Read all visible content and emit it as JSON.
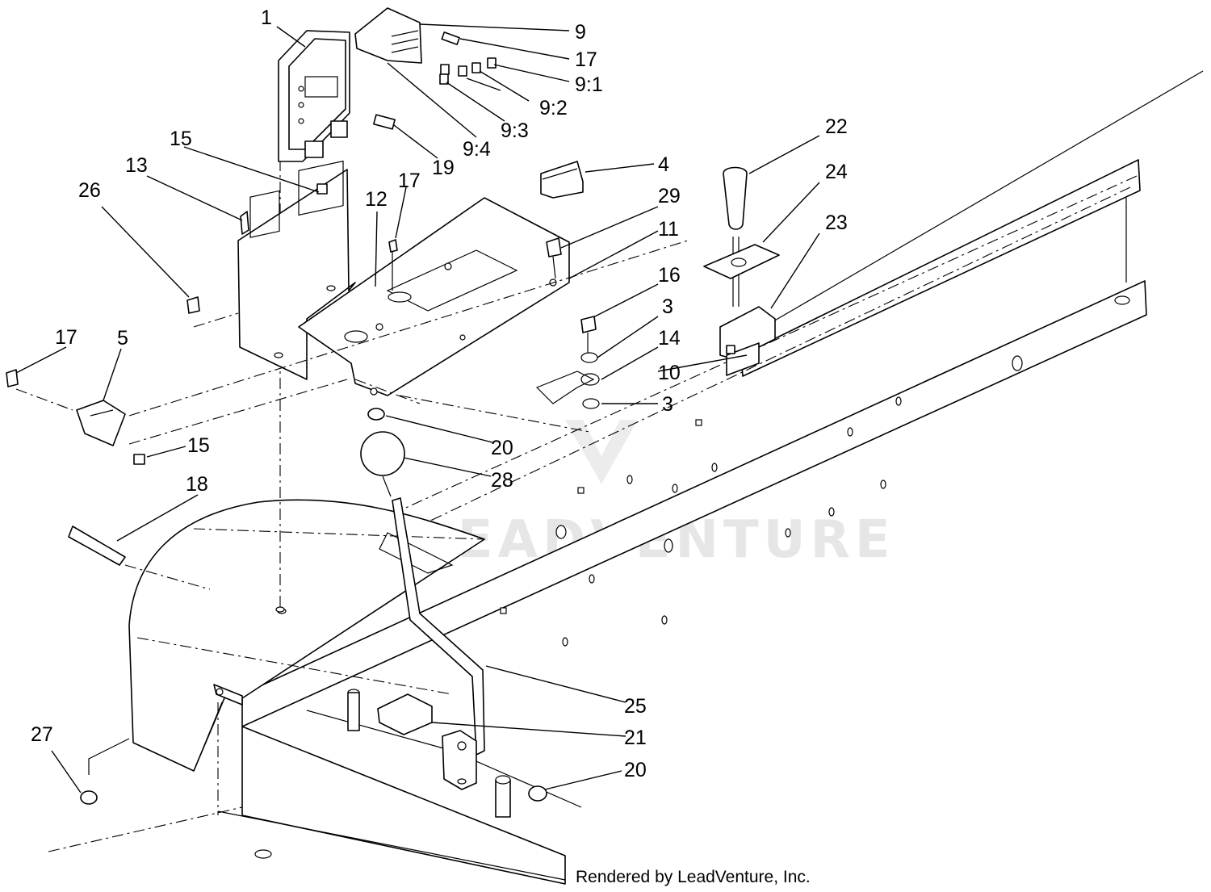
{
  "callouts": {
    "c1": "1",
    "c9": "9",
    "c17a": "17",
    "c9_1": "9:1",
    "c9_2": "9:2",
    "c9_3": "9:3",
    "c9_4": "9:4",
    "c19": "19",
    "c15a": "15",
    "c13": "13",
    "c26": "26",
    "c12": "12",
    "c17b": "17",
    "c4": "4",
    "c29": "29",
    "c11": "11",
    "c22": "22",
    "c24": "24",
    "c23": "23",
    "c16": "16",
    "c3a": "3",
    "c14": "14",
    "c10": "10",
    "c3b": "3",
    "c17c": "17",
    "c5": "5",
    "c20a": "20",
    "c15b": "15",
    "c28": "28",
    "c18": "18",
    "c25": "25",
    "c21": "21",
    "c27": "27",
    "c20b": "20"
  },
  "watermark": "LEADVENTURE",
  "credit": "Rendered by LeadVenture, Inc."
}
